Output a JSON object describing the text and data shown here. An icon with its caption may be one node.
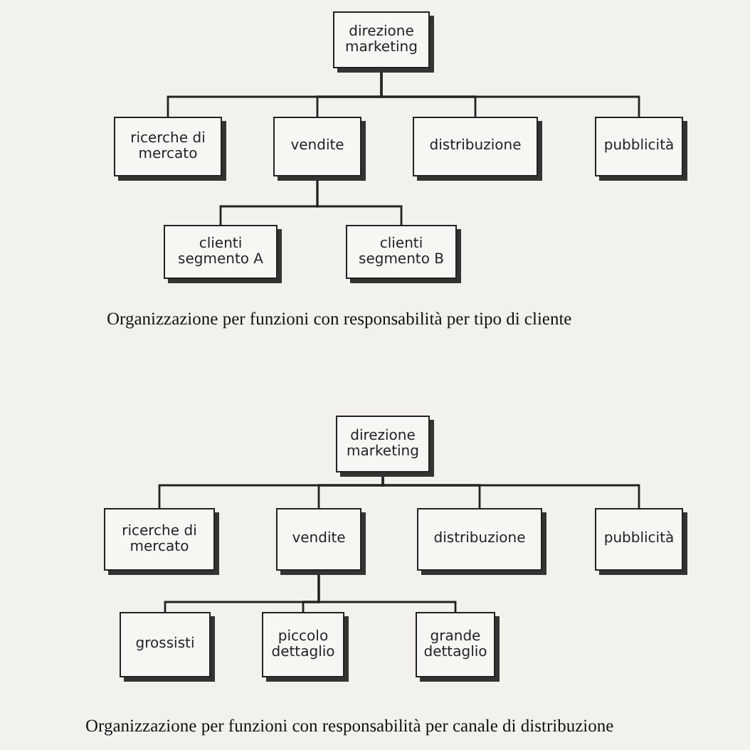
{
  "diagram": {
    "nodes": [
      {
        "text": [
          "direzione marketing"
        ]
      },
      {
        "text": [
          "ricerche di mercato"
        ]
      },
      {
        "text": [
          "vendite"
        ]
      },
      {
        "text": [
          "distribuzione"
        ]
      },
      {
        "text": [
          "pubblicità"
        ]
      },
      {
        "text": [
          "clienti segmento A"
        ]
      },
      {
        "text": [
          "clienti segmento B"
        ]
      },
      {
        "text": [
          "direzione marketing"
        ]
      },
      {
        "text": [
          "ricerche di mercato"
        ]
      },
      {
        "text": [
          "vendite"
        ]
      },
      {
        "text": [
          "distribuzione"
        ]
      },
      {
        "text": [
          "pubblicità"
        ]
      },
      {
        "text": [
          "grossisti"
        ]
      },
      {
        "text": [
          "piccolo dettaglio"
        ]
      },
      {
        "text": [
          "grande dettaglio"
        ]
      }
    ],
    "edges": [
      {
        "from": 0,
        "to": 1,
        "arrow": "none"
      },
      {
        "from": 0,
        "to": 2,
        "arrow": "none"
      },
      {
        "from": 0,
        "to": 3,
        "arrow": "none"
      },
      {
        "from": 0,
        "to": 4,
        "arrow": "none"
      },
      {
        "from": 2,
        "to": 5,
        "arrow": "none"
      },
      {
        "from": 2,
        "to": 6,
        "arrow": "none"
      },
      {
        "from": 7,
        "to": 8,
        "arrow": "none"
      },
      {
        "from": 7,
        "to": 9,
        "arrow": "none"
      },
      {
        "from": 7,
        "to": 10,
        "arrow": "none"
      },
      {
        "from": 7,
        "to": 11,
        "arrow": "none"
      },
      {
        "from": 9,
        "to": 12,
        "arrow": "none"
      },
      {
        "from": 9,
        "to": 13,
        "arrow": "none"
      },
      {
        "from": 9,
        "to": 14,
        "arrow": "none"
      }
    ],
    "labels": [
      "Organizzazione per funzioni con responsabilità per tipo di cliente",
      "Organizzazione per funzioni con responsabilità per canale di distribuzione"
    ]
  }
}
